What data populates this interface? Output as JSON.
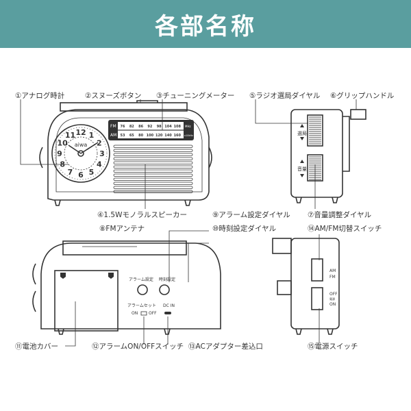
{
  "title": "各部名称",
  "labels": {
    "l1": "①アナログ時計",
    "l2": "②スヌーズボタン",
    "l3": "③チューニングメーター",
    "l4": "④1.5Wモノラルスピーカー",
    "l5": "⑤ラジオ選局ダイヤル",
    "l6": "⑥グリップハンドル",
    "l7": "⑦音量調整ダイヤル",
    "l8": "⑧FMアンテナ",
    "l9": "⑨アラーム設定ダイヤル",
    "l10": "⑩時刻設定ダイヤル",
    "l11": "⑪電池カバー",
    "l12": "⑫アラームON/OFFスイッチ",
    "l13": "⑬ACアダプター差込口",
    "l14": "⑭AM/FM切替スイッチ",
    "l15": "⑮電源スイッチ"
  },
  "meter": {
    "fm": "FM",
    "am": "AM",
    "fm_scale": [
      "76",
      "82",
      "86",
      "92",
      "98",
      "104",
      "108"
    ],
    "am_scale": [
      "53",
      "65",
      "80",
      "100",
      "120",
      "140",
      "160"
    ],
    "fm_unit": "MHz",
    "am_unit": "x10kHz"
  },
  "clock": {
    "brand": "aiwa",
    "numbers": [
      "12",
      "1",
      "2",
      "3",
      "4",
      "5",
      "6",
      "7",
      "8",
      "9",
      "10",
      "11"
    ]
  },
  "side": {
    "tune": "選局",
    "vol": "音量",
    "am": "AM",
    "fm": "FM",
    "off": "OFF",
    "power": "電源",
    "on": "ON"
  },
  "back": {
    "alarm_set": "アラーム設定",
    "time_set": "時刻設定",
    "alarm_switch": "アラームセット",
    "on": "ON",
    "off": "OFF",
    "dcin": "DC IN"
  }
}
